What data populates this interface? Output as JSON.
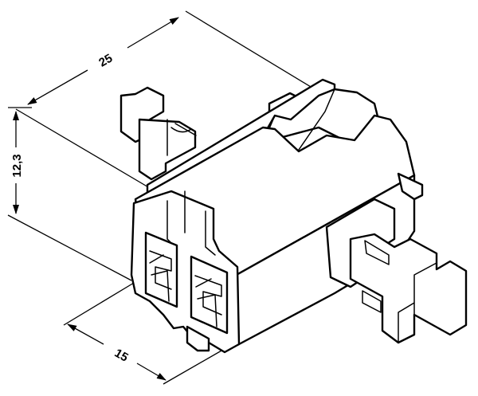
{
  "dimensions": {
    "length": "25",
    "height": "12,3",
    "width": "15"
  },
  "colors": {
    "ink": "#000000",
    "paper": "#ffffff"
  }
}
